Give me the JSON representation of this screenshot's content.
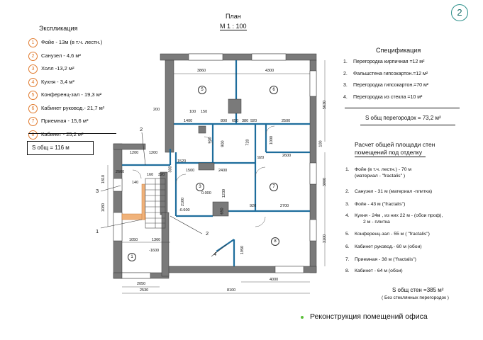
{
  "page_number": "2",
  "title": "План",
  "scale": "М  1 : 100",
  "explication": {
    "heading": "Экспликация",
    "items": [
      {
        "n": "1",
        "text": "Фойе  - 13м  (в т.ч. лестн.)"
      },
      {
        "n": "2",
        "text": "Санузел - 4,6 м²"
      },
      {
        "n": "3",
        "text": "Холл -13,2 м²"
      },
      {
        "n": "4",
        "text": "Кухня - 3,4 м²"
      },
      {
        "n": "5",
        "text": "Конференц-зал - 19,3 м²"
      },
      {
        "n": "6",
        "text": "Кабинет руковод.- 21,7 м²"
      },
      {
        "n": "7",
        "text": "Приемная - 15,6 м²"
      },
      {
        "n": "8",
        "text": "Кабинет - 25,2 м²"
      }
    ],
    "total": "S общ = 116 м"
  },
  "specification": {
    "heading": "Спецификация",
    "items": [
      {
        "n": "1.",
        "text": "Перегородка  кирпичная =12 м²"
      },
      {
        "n": "2.",
        "text": "Фальшстена гипсокартон.=12 м²"
      },
      {
        "n": "3.",
        "text": "Перегородка гипсокартон.=70 м²"
      },
      {
        "n": "4.",
        "text": "Перегородка  из стекла =10 м²"
      }
    ],
    "total": "S общ перегородок = 73,2 м²"
  },
  "calc": {
    "heading1": "Расчет общей площади стен",
    "heading2": "помещений  под отделку",
    "items": [
      {
        "n": "1.",
        "text": "Фойе  (в т.ч. лестн.) - 70 м",
        "sub": "(материал - \"fractalis\" )"
      },
      {
        "n": "2.",
        "text": "Санузел - 31 м  (материал -плитка)",
        "sub": ""
      },
      {
        "n": "3.",
        "text": "Фойе  - 43 м (\"fractalis\")",
        "sub": ""
      },
      {
        "n": "4.",
        "text": "Кухня - 24м , из них 22 м - (обои проф),",
        "sub": "2 м - плитка"
      },
      {
        "n": "5.",
        "text": "Конференц-зал - 55 м ( \"fractalis\")",
        "sub": ""
      },
      {
        "n": "6.",
        "text": "Кабинет руковод.- 60 м (обои)",
        "sub": ""
      },
      {
        "n": "7.",
        "text": "Приемная - 38 м (\"fractalis\")",
        "sub": ""
      },
      {
        "n": "8.",
        "text": "Кабинет - 64 м (обои)",
        "sub": ""
      }
    ],
    "total": "S общ стен =385 м²",
    "note": "( Без стеклянных  перегородок )"
  },
  "footer": "Реконструкция  помещений  офиса",
  "plan": {
    "room_numbers": [
      "1",
      "3",
      "5",
      "6",
      "7",
      "8"
    ],
    "dims": {
      "d3860": "3860",
      "d4300": "4300",
      "d5630": "5630",
      "d200": "200",
      "d100a": "100",
      "d150": "150",
      "d1400": "1400",
      "d800": "800",
      "d650": "650",
      "d380": "380",
      "d920a": "920",
      "d2500": "2500",
      "d900a": "900",
      "d900b": "900",
      "d720": "720",
      "d1000": "1000",
      "d2600": "2600",
      "d100b": "100",
      "d1200a": "1200",
      "d1200b": "1200",
      "d1500": "1500",
      "d1520": "1520",
      "d2400": "2400",
      "d920b": "920",
      "d1810": "1810",
      "d2660": "2660",
      "d140": "140",
      "d160": "160",
      "d320": "320",
      "d300": "300",
      "d1080": "1080",
      "d2100": "2100",
      "d1230": "1230",
      "d650b": "650",
      "d920c": "920",
      "d2700": "2700",
      "d3900": "3900",
      "d3100": "3100",
      "d1050": "1050",
      "d1360": "1360",
      "d1600": "-1600",
      "d600": "-0.600",
      "d000": "0.000",
      "d1950": "1950",
      "d4000": "4000",
      "d2050": "2050",
      "d2530": "2530",
      "d8100": "8100"
    },
    "callouts": {
      "c1": "1",
      "c2a": "2",
      "c2b": "2",
      "c3": "3",
      "c4": "4"
    }
  }
}
